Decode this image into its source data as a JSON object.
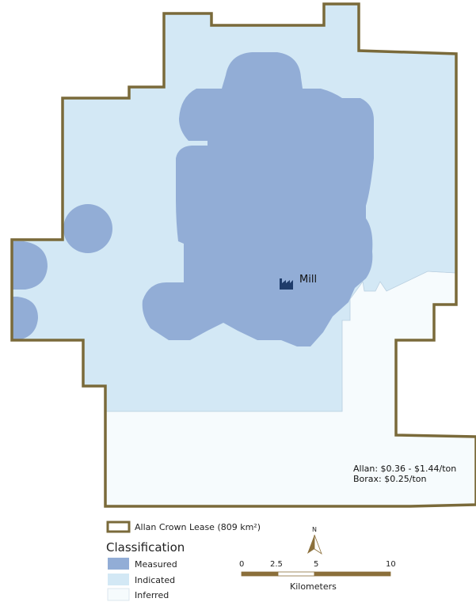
{
  "map": {
    "mill_label": "Mill",
    "royalty_allan": "Allan: $0.36 - $1.44/ton",
    "royalty_borax": "Borax: $0.25/ton"
  },
  "legend": {
    "lease_label": "Allan Crown Lease (809 km²)",
    "classification_title": "Classification",
    "items": [
      {
        "label": "Measured",
        "color": "#92add6"
      },
      {
        "label": "Indicated",
        "color": "#d3e8f5"
      },
      {
        "label": "Inferred",
        "color": "#f6fbfd"
      }
    ]
  },
  "north_arrow": {
    "label": "N"
  },
  "scale_bar": {
    "ticks": [
      "0",
      "2.5",
      "5",
      "10"
    ],
    "unit": "Kilometers"
  },
  "colors": {
    "lease_border": "#7a6a3a",
    "measured": "#92add6",
    "indicated": "#d3e8f5",
    "inferred": "#f6fbfd",
    "mill_icon": "#1f3c6b"
  },
  "icons": {
    "mill": "factory-icon",
    "north": "north-arrow-icon"
  }
}
